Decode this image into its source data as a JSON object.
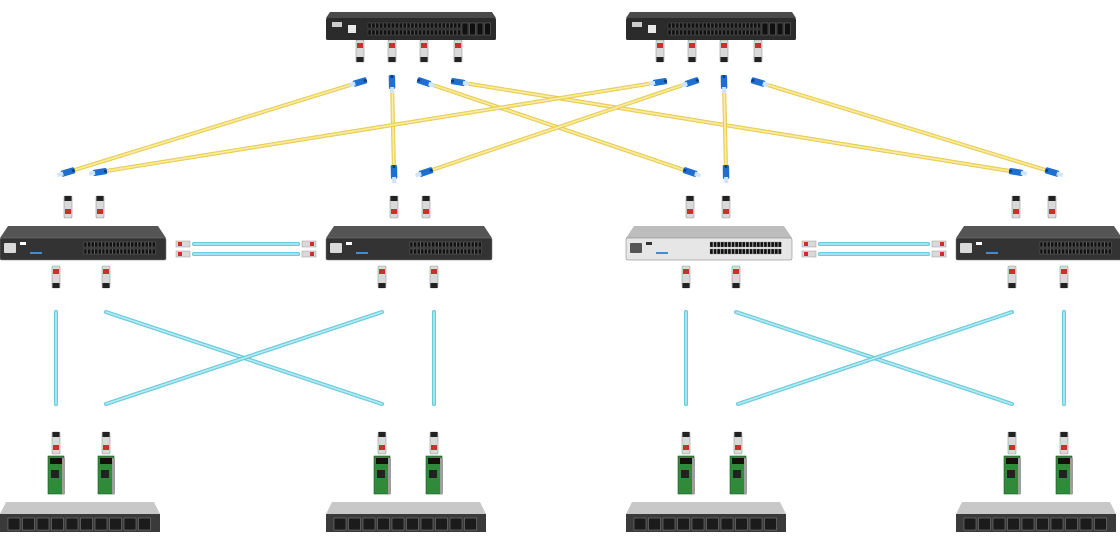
{
  "diagram": {
    "title": "",
    "colors": {
      "background": "#ffffff",
      "spine_chassis": "#2b2b2b",
      "leaf_chassis": "#333333",
      "leaf_light_chassis": "#e6e6e6",
      "port": "#111111",
      "yellow_fiber": "#f3e07a",
      "yellow_fiber_edge": "#e6c948",
      "cyan_fiber": "#8fdde9",
      "cyan_fiber_edge": "#5fc7d8",
      "transceiver_body": "#d9d9d9",
      "transceiver_tag": "#d22d2d",
      "lc_connector": "#1e6fd0",
      "nic_board": "#2f8a3a",
      "server_chassis": "#3a3a3a"
    },
    "nodes": {
      "spines": [
        {
          "id": "spine-1",
          "role": "spine-switch"
        },
        {
          "id": "spine-2",
          "role": "spine-switch"
        }
      ],
      "leaves": [
        {
          "id": "leaf-1",
          "role": "leaf-switch",
          "style": "dark"
        },
        {
          "id": "leaf-2",
          "role": "leaf-switch",
          "style": "dark"
        },
        {
          "id": "leaf-3",
          "role": "leaf-switch",
          "style": "light"
        },
        {
          "id": "leaf-4",
          "role": "leaf-switch",
          "style": "dark"
        }
      ],
      "servers": [
        {
          "id": "server-1",
          "role": "server"
        },
        {
          "id": "server-2",
          "role": "server"
        },
        {
          "id": "server-3",
          "role": "server"
        },
        {
          "id": "server-4",
          "role": "server"
        }
      ]
    },
    "links": {
      "spine_leaf": [
        {
          "from": "spine-1",
          "to": "leaf-1",
          "fiber": "yellow"
        },
        {
          "from": "spine-1",
          "to": "leaf-2",
          "fiber": "yellow"
        },
        {
          "from": "spine-1",
          "to": "leaf-3",
          "fiber": "yellow"
        },
        {
          "from": "spine-1",
          "to": "leaf-4",
          "fiber": "yellow"
        },
        {
          "from": "spine-2",
          "to": "leaf-1",
          "fiber": "yellow"
        },
        {
          "from": "spine-2",
          "to": "leaf-2",
          "fiber": "yellow"
        },
        {
          "from": "spine-2",
          "to": "leaf-3",
          "fiber": "yellow"
        },
        {
          "from": "spine-2",
          "to": "leaf-4",
          "fiber": "yellow"
        }
      ],
      "peer_links": [
        {
          "from": "leaf-1",
          "to": "leaf-2",
          "fiber": "cyan",
          "count": 2
        },
        {
          "from": "leaf-3",
          "to": "leaf-4",
          "fiber": "cyan",
          "count": 2
        }
      ],
      "leaf_server": [
        {
          "from": "leaf-1",
          "to": "server-1",
          "fiber": "cyan"
        },
        {
          "from": "leaf-1",
          "to": "server-2",
          "fiber": "cyan"
        },
        {
          "from": "leaf-2",
          "to": "server-1",
          "fiber": "cyan"
        },
        {
          "from": "leaf-2",
          "to": "server-2",
          "fiber": "cyan"
        },
        {
          "from": "leaf-3",
          "to": "server-3",
          "fiber": "cyan"
        },
        {
          "from": "leaf-3",
          "to": "server-4",
          "fiber": "cyan"
        },
        {
          "from": "leaf-4",
          "to": "server-3",
          "fiber": "cyan"
        },
        {
          "from": "leaf-4",
          "to": "server-4",
          "fiber": "cyan"
        }
      ]
    }
  }
}
